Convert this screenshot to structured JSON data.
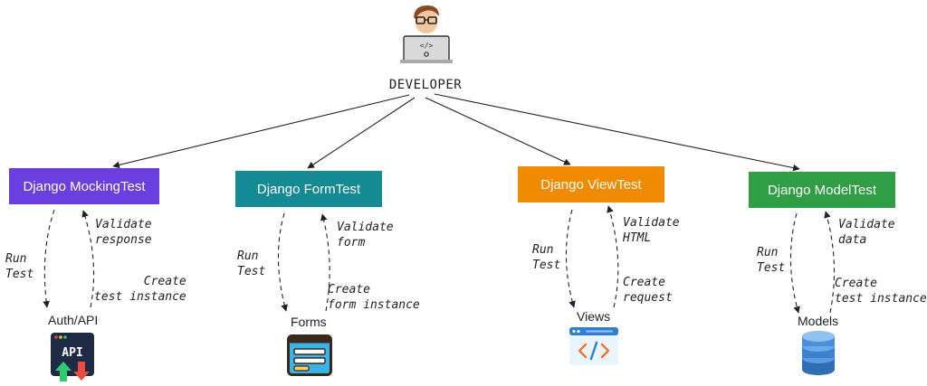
{
  "developer": {
    "label": "DEVELOPER",
    "icon": "developer-laptop-icon"
  },
  "colors": {
    "mocking": "#6a3fe0",
    "form": "#138a94",
    "view": "#f08a00",
    "model": "#2f9e44"
  },
  "tests": [
    {
      "title": "Django MockingTest",
      "run_label": "Run\nTest",
      "validate_label": "Validate\nresponse",
      "create_label": "Create\ntest instance",
      "target_label": "Auth/API",
      "target_icon": "api-icon",
      "icon_text": "API"
    },
    {
      "title": "Django FormTest",
      "run_label": "Run\nTest",
      "validate_label": "Validate\nform",
      "create_label": "Create\nform instance",
      "target_label": "Forms",
      "target_icon": "form-icon"
    },
    {
      "title": "Django ViewTest",
      "run_label": "Run\nTest",
      "validate_label": "Validate\nHTML",
      "create_label": "Create\nrequest",
      "target_label": "Views",
      "target_icon": "code-window-icon"
    },
    {
      "title": "Django ModelTest",
      "run_label": "Run\nTest",
      "validate_label": "Validate\ndata",
      "create_label": "Create\ntest instance",
      "target_label": "Models",
      "target_icon": "database-icon"
    }
  ]
}
